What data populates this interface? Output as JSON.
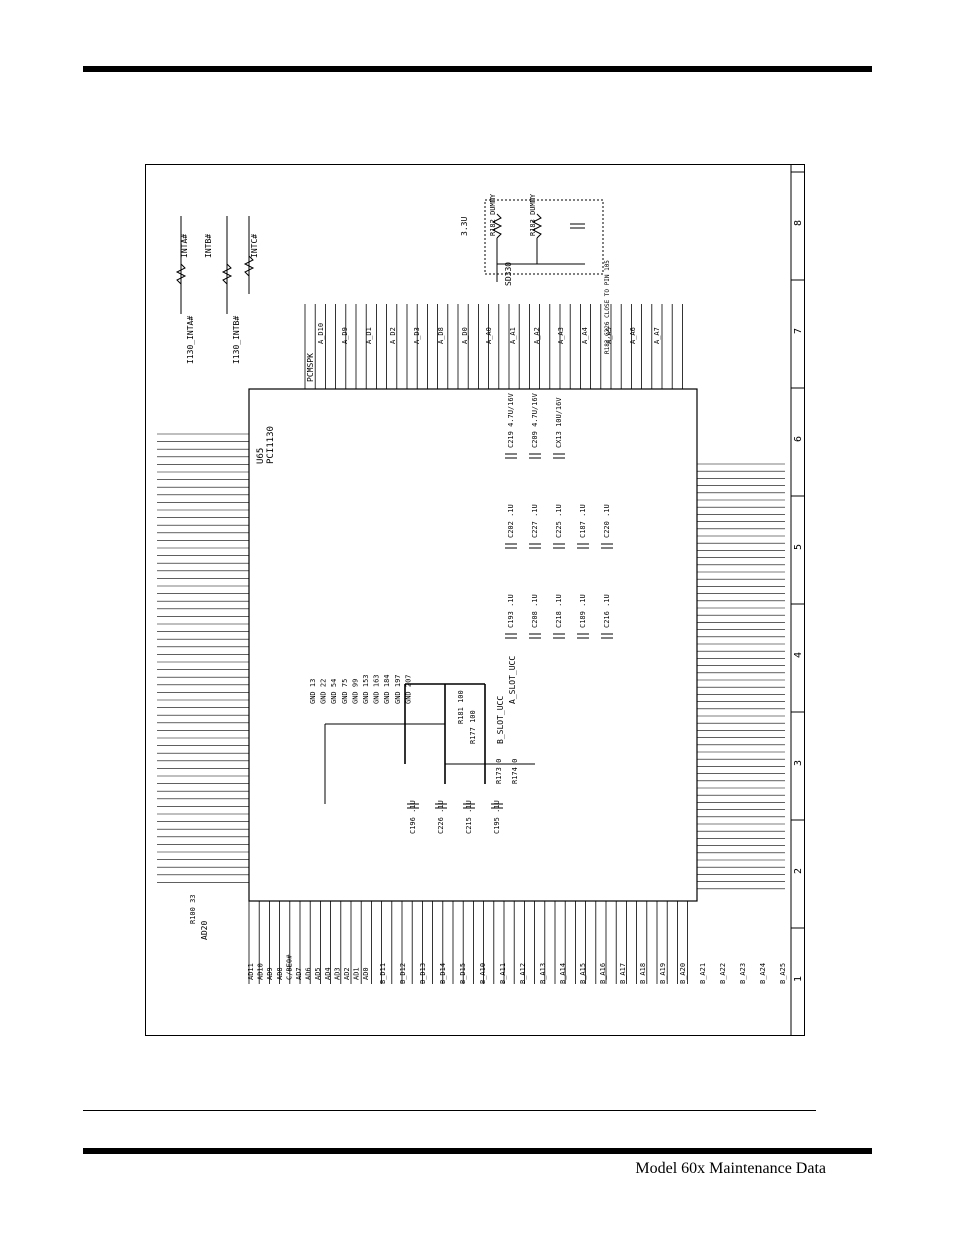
{
  "footer": {
    "title": "Model 60x Maintenance Data"
  },
  "schematic": {
    "chip": {
      "ref": "U65",
      "part": "PCI1130"
    },
    "grid_numbers": [
      "1",
      "2",
      "3",
      "4",
      "5",
      "6",
      "7",
      "8"
    ],
    "resistors": [
      {
        "ref": "R182",
        "value": "DUMMY"
      },
      {
        "ref": "R183",
        "value": "DUMMY"
      },
      {
        "ref": "R100",
        "value": "33"
      },
      {
        "ref": "R173",
        "value": "0"
      },
      {
        "ref": "R174",
        "value": "0"
      },
      {
        "ref": "R181",
        "value": "100"
      },
      {
        "ref": "R177",
        "value": "100"
      }
    ],
    "net_labels": {
      "rail": "3.3U",
      "cap_note": "R183,C226 CLOSE TO PIN 105",
      "intb": "INTB#",
      "inta": "INTA#",
      "intc": "INTC#",
      "sdclk": "SD330",
      "slot_vcc": "B_SLOT_UCC",
      "a_slot_vcc": "A_SLOT_UCC",
      "int_pin": "I130_INTA#",
      "int_pin2": "I130_INTB#",
      "pcm_spk": "PCMSPK",
      "ad": "AD20"
    },
    "pins_left": [
      "AD11",
      "AD10",
      "AD9",
      "AD8",
      "C/BE0#",
      "AD7",
      "AD6",
      "AD5",
      "AD4",
      "AD3",
      "AD2",
      "AD1",
      "AD0"
    ],
    "pins_right": [
      "A_D10",
      "A_D9",
      "A_D1",
      "A_D2",
      "A_D3",
      "A_D8",
      "A_D0",
      "A_A0",
      "A_A1",
      "A_A2",
      "A_A3",
      "A_A4",
      "A_A5",
      "A_A6",
      "A_A7"
    ],
    "pins_bottom": [
      "B_D11",
      "B_D12",
      "B_D13",
      "B_D14",
      "B_D15",
      "B_A10",
      "B_A11",
      "B_A12",
      "B_A13",
      "B_A14",
      "B_A15",
      "B_A16",
      "B_A17",
      "B_A18",
      "B_A19",
      "B_A20",
      "B_A21",
      "B_A22",
      "B_A23",
      "B_A24",
      "B_A25"
    ],
    "caps_lower": [
      "C196 .1U",
      "C226 .1U",
      "C215 .1U",
      "C195 .1U"
    ],
    "caps_upper": [
      "C193 .1U",
      "C208 .1U",
      "C218 .1U",
      "C189 .1U",
      "C216 .1U",
      "C202 .1U",
      "C227 .1U",
      "C225 .1U",
      "C187 .1U",
      "C220 .1U",
      "C219 4.7U/16V",
      "C209 4.7U/16V",
      "CX13 10U/16V"
    ],
    "gnd_pins": [
      "GND 13",
      "GND 22",
      "GND 54",
      "GND 75",
      "GND 99",
      "GND 153",
      "GND 163",
      "GND 184",
      "GND 197",
      "GND 207"
    ]
  }
}
